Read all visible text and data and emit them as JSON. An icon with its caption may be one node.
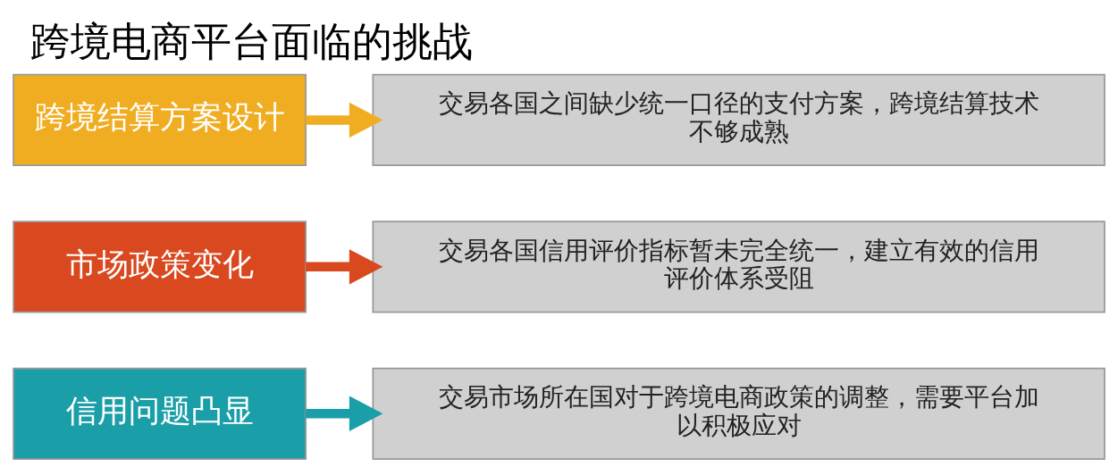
{
  "diagram": {
    "title": "跨境电商平台面临的挑战",
    "nodes": [
      {
        "text": [
          "信用问题凸显"
        ]
      },
      {
        "text": [
          "交易市场所在国对于跨境电商政策的调整，需要平台加以积极应对"
        ]
      },
      {
        "text": [
          "市场政策变化"
        ]
      },
      {
        "text": [
          "交易各国信用评价指标暂未完全统一，建立有效的信用评价体系受阻"
        ]
      },
      {
        "text": [
          "跨境结算方案设计"
        ]
      },
      {
        "text": [
          "交易各国之间缺少统一口径的支付方案，跨境结算技术不够成熟"
        ]
      }
    ],
    "edges": [
      {
        "from": 0,
        "to": 1,
        "arrow": "to",
        "color": "#1a9fa8"
      },
      {
        "from": 2,
        "to": 3,
        "arrow": "to",
        "color": "#d9481e"
      },
      {
        "from": 4,
        "to": 5,
        "arrow": "to",
        "color": "#f0ad22"
      }
    ]
  }
}
